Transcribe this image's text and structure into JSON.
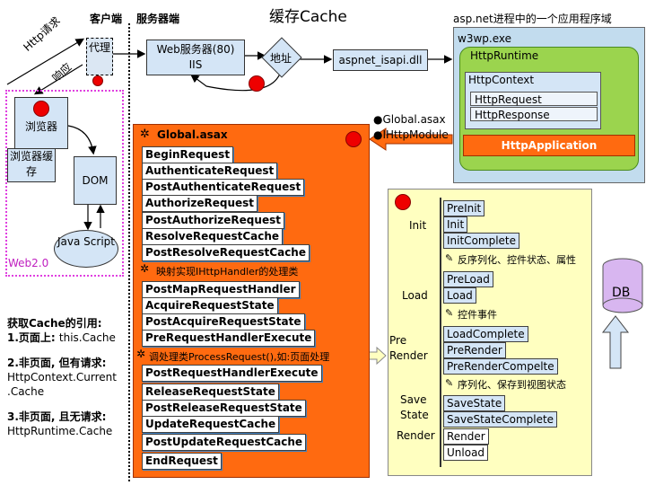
{
  "header": {
    "title": "缓存Cache",
    "client": "客户端",
    "server": "服务器端",
    "aspnet_domain": "asp.net进程中的一个应用程序域"
  },
  "client": {
    "http_request": "Http请求",
    "http_response": "响应",
    "proxy": "代理",
    "browser": "浏览器",
    "browser_cache": "浏览器缓存",
    "dom": "DOM",
    "javascript": "Java Script",
    "web20": "Web2.0"
  },
  "server": {
    "iis_line1": "Web服务器(80)",
    "iis_line2": "IIS",
    "address": "地址",
    "isapi": "aspnet_isapi.dll"
  },
  "w3wp": {
    "label": "w3wp.exe",
    "runtime": "HttpRuntime",
    "context": "HttpContext",
    "request": "HttpRequest",
    "response": "HttpResponse",
    "application": "HttpApplication"
  },
  "modules": {
    "global_asax": "●Global.asax",
    "ihttpmodule": "●IHttpModule"
  },
  "pipeline": {
    "title": "Global.asax",
    "events_a": [
      "BeginRequest",
      "AuthenticateRequest",
      "PostAuthenticateRequest",
      "AuthorizeRequest",
      "PostAuthorizeRequest",
      "ResolveRequestCache",
      "PostResolveRequestCache"
    ],
    "map_note": "映射实现IHttpHandler的处理类",
    "events_b": [
      "PostMapRequestHandler",
      "AcquireRequestState",
      "PostAcquireRequestState",
      "PreRequestHandlerExecute"
    ],
    "process_note": "调处理类ProcessRequest(),如:页面处理",
    "events_c": [
      "PostRequestHandlerExecute",
      "ReleaseRequestState",
      "PostReleaseRequestState",
      "UpdateRequestCache",
      "PostUpdateRequestCache",
      "EndRequest"
    ]
  },
  "lifecycle": {
    "stages": [
      "Init",
      "Load",
      "Pre",
      "Render",
      "Save",
      "State",
      "Render"
    ],
    "init": [
      "PreInit",
      "Init",
      "InitComplete"
    ],
    "note1": "反序列化、控件状态、属性",
    "load": [
      "PreLoad",
      "Load"
    ],
    "note2": "控件事件",
    "prerender": [
      "LoadComplete",
      "PreRender",
      "PreRenderCompelte"
    ],
    "note3": "序列化、保存到视图状态",
    "savestate": [
      "SaveState",
      "SaveStateComplete"
    ],
    "render": [
      "Render",
      "Unload"
    ]
  },
  "cache_notes": {
    "heading": "获取Cache的引用:",
    "n1a": "1.页面上: ",
    "n1b": "this.Cache",
    "n2a": "2.非页面, 但有请求:",
    "n2b": "HttpContext.Current",
    "n2c": ".Cache",
    "n3a": "3.非页面, 且无请求:",
    "n3b": "HttpRuntime.Cache"
  },
  "db": "DB"
}
